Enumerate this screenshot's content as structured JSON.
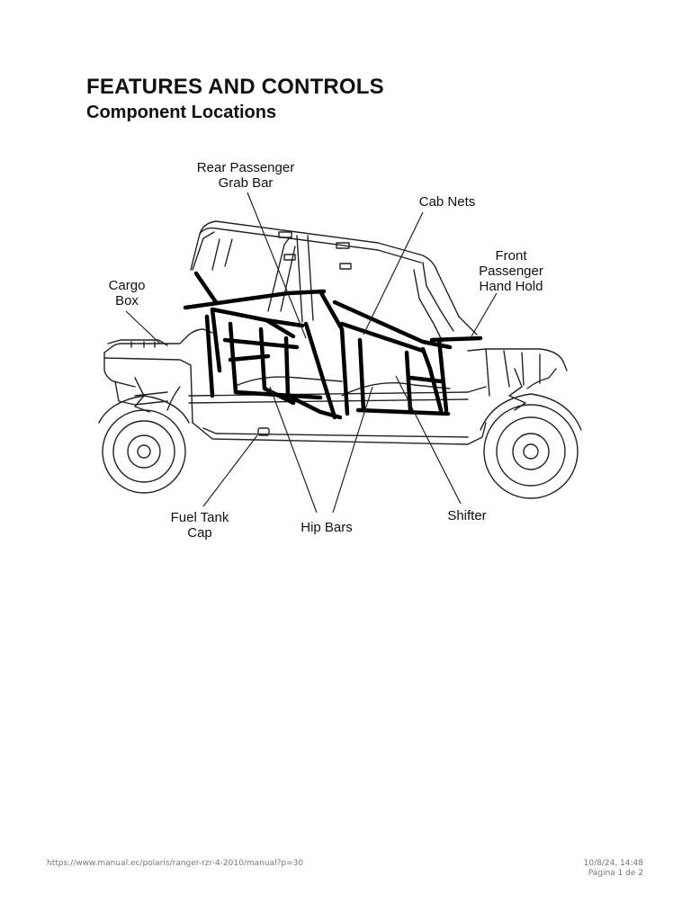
{
  "document": {
    "title": "FEATURES AND CONTROLS",
    "subtitle": "Component Locations"
  },
  "labels": {
    "rear_grab_bar": [
      "Rear Passenger",
      "Grab Bar"
    ],
    "cab_nets": "Cab Nets",
    "front_hand_hold": [
      "Front",
      "Passenger",
      "Hand Hold"
    ],
    "cargo_box": [
      "Cargo",
      "Box"
    ],
    "fuel_tank_cap": [
      "Fuel Tank",
      "Cap"
    ],
    "hip_bars": "Hip Bars",
    "shifter": "Shifter"
  },
  "footer": {
    "url": "https://www.manual.ec/polaris/ranger-rzr-4-2010/manual?p=30",
    "datetime": "10/8/24, 14:48",
    "page": "Página 1 de 2"
  }
}
